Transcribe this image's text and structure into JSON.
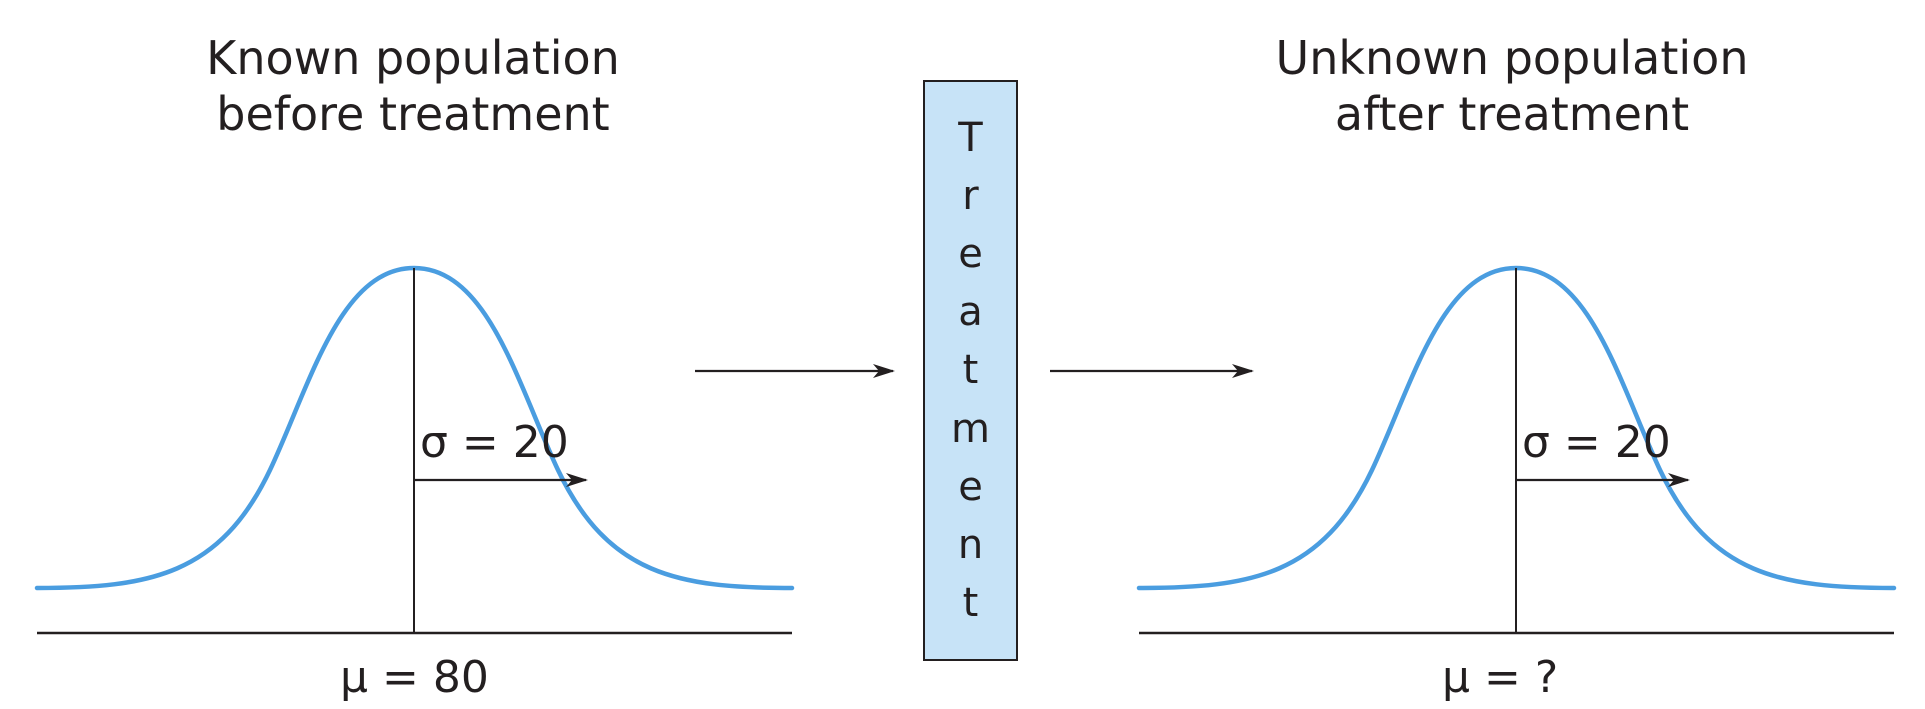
{
  "colors": {
    "curve": "#4a9de0",
    "box_fill": "#c7e3f7",
    "ink": "#231f20"
  },
  "left_panel": {
    "title_line1": "Known population",
    "title_line2": "before treatment",
    "sigma_label": "σ = 20",
    "mu_label": "μ = 80"
  },
  "right_panel": {
    "title_line1": "Unknown population",
    "title_line2": "after treatment",
    "sigma_label": "σ = 20",
    "mu_label": "μ = ?"
  },
  "treatment": {
    "letters": [
      "T",
      "r",
      "e",
      "a",
      "t",
      "m",
      "e",
      "n",
      "t"
    ]
  },
  "icons": {
    "flow_arrow_in": "right-arrow-icon",
    "flow_arrow_out": "right-arrow-icon",
    "sigma_arrow": "right-arrow-icon"
  }
}
